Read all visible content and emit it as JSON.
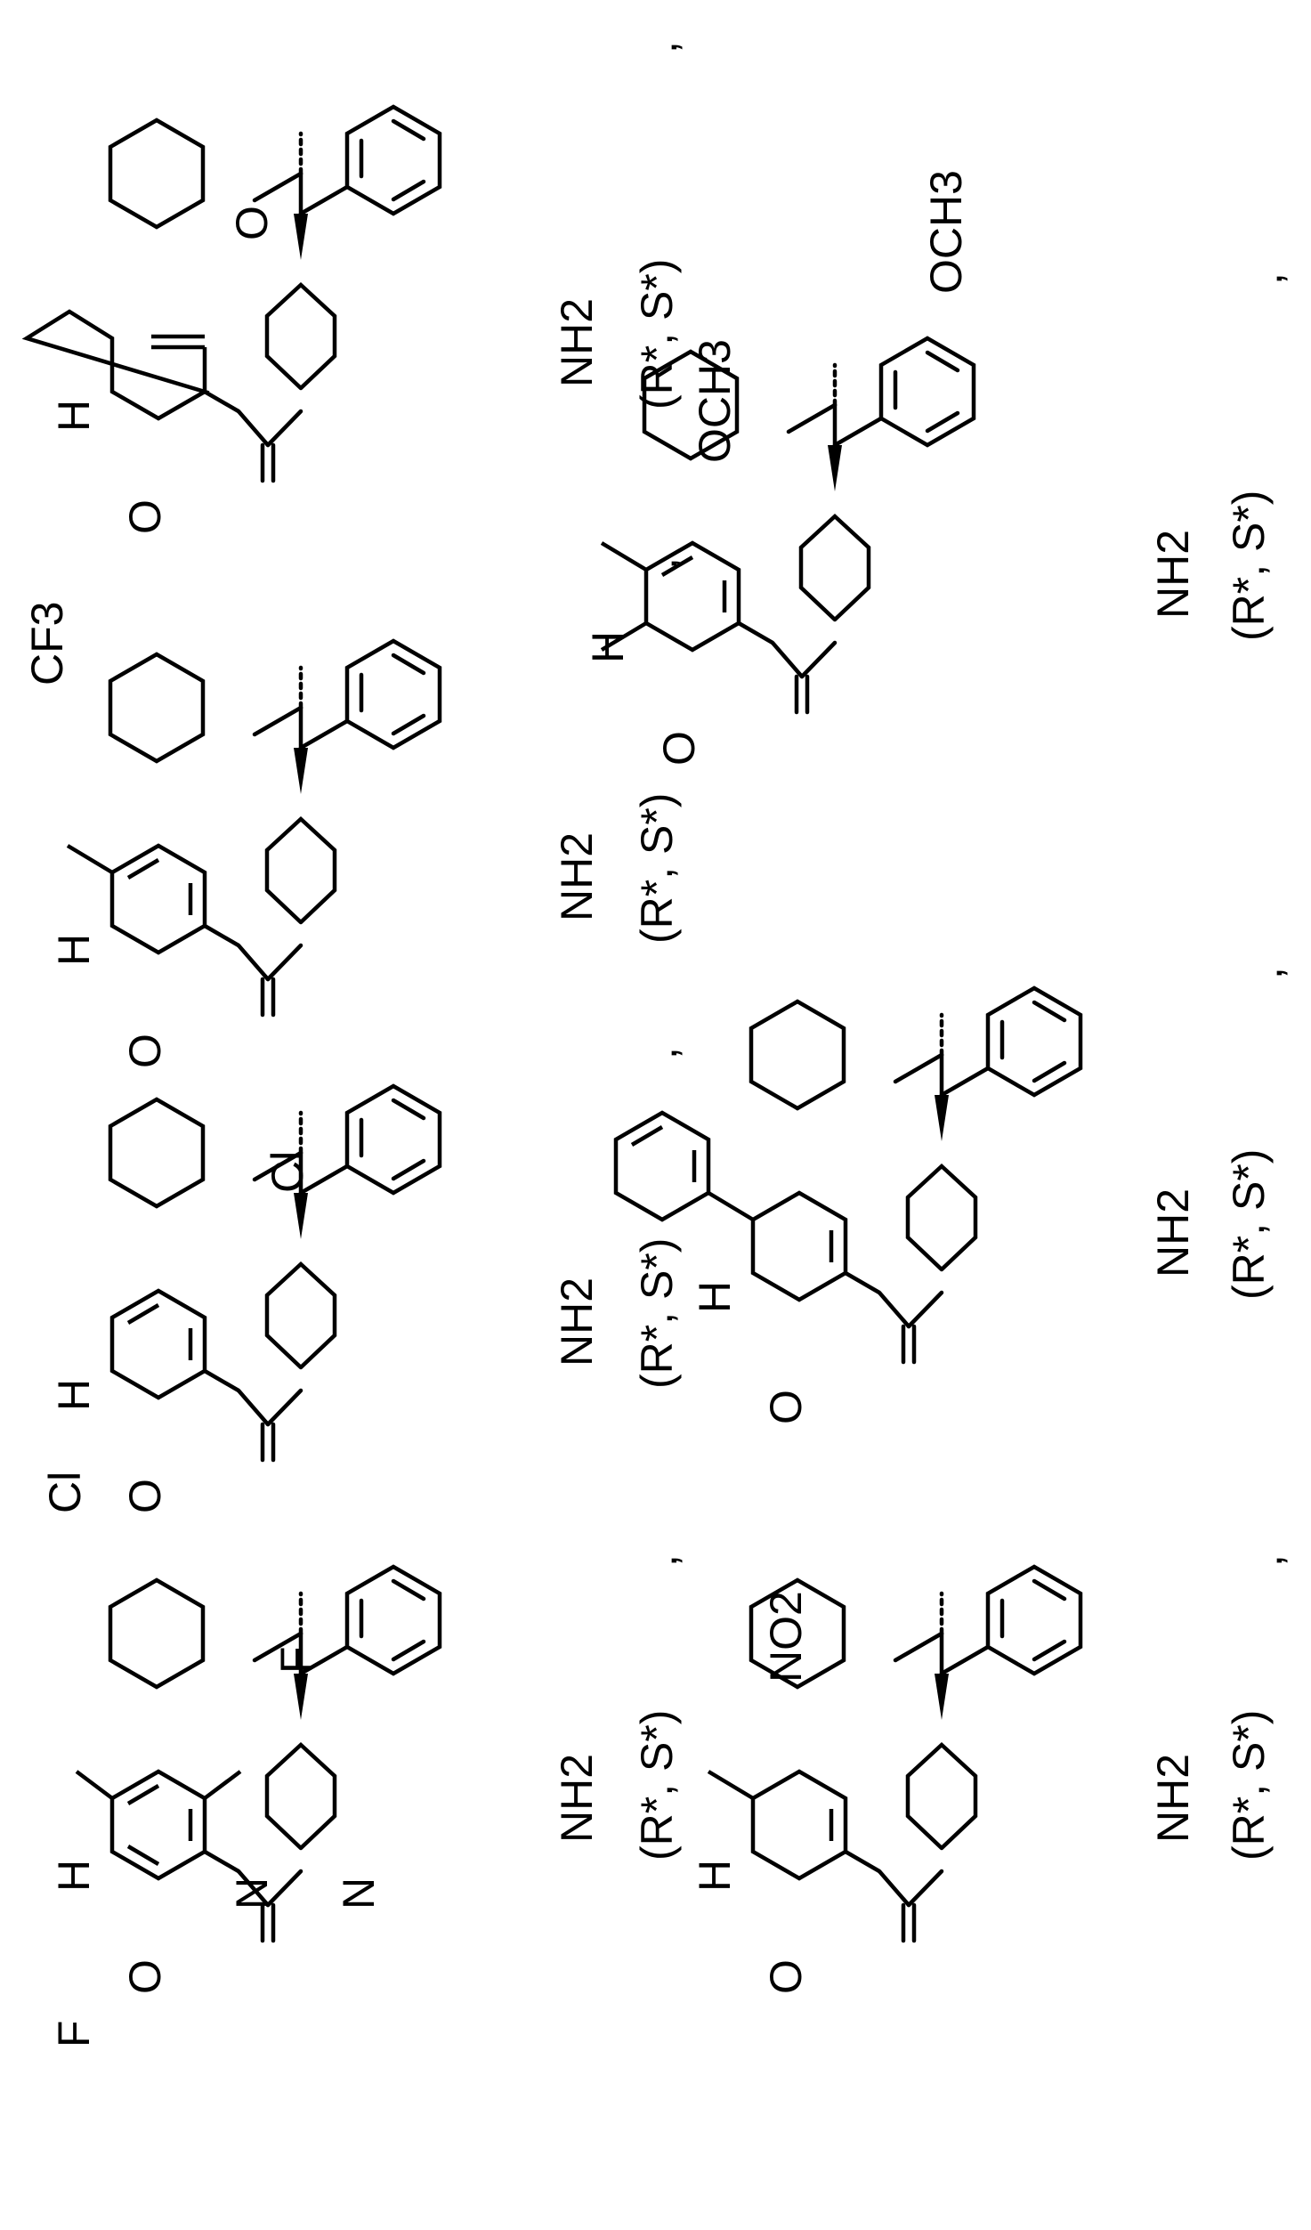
{
  "structures": [
    {
      "id": "s1",
      "label": "(R*, S*)",
      "amine": "NH2",
      "ring_sub_1": "F",
      "ring_sub_2": "F"
    },
    {
      "id": "s2",
      "label": "(R*, S*)",
      "amine": "NH2",
      "ring_sub_1": "Cl",
      "ring_sub_2": "Cl"
    },
    {
      "id": "s3",
      "label": "(R*, S*)",
      "amine": "NH2",
      "ring_sub_1": "CF3"
    },
    {
      "id": "s4",
      "label": "(R*, S*)",
      "amine": "NH2",
      "carbonyl": "O"
    },
    {
      "id": "s5",
      "label": "(R*, S*)",
      "amine": "NH2",
      "ring_sub_1": "NO2"
    },
    {
      "id": "s6",
      "label": "(R*, S*)",
      "amine": "NH2"
    },
    {
      "id": "s7",
      "label": "(R*, S*)",
      "amine": "NH2",
      "ring_sub_1": "OCH3",
      "ring_sub_2": "OCH3"
    }
  ],
  "atoms": {
    "O": "O",
    "N": "N",
    "NH": "H"
  },
  "separator": ","
}
